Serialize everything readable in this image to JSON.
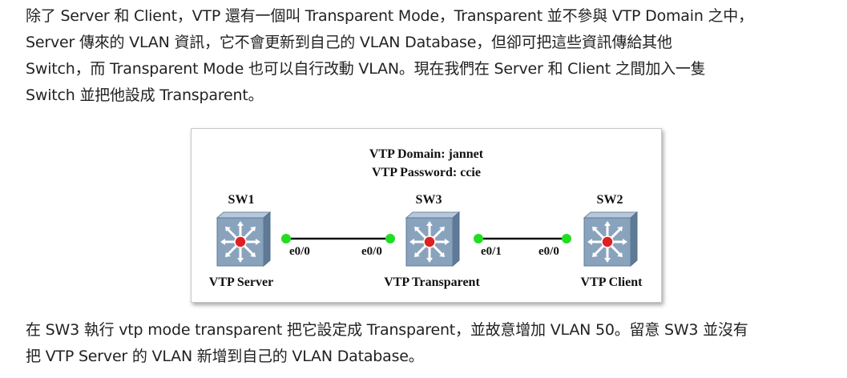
{
  "paragraph_1": {
    "lines": [
      "除了 Server 和 Client，VTP 還有一個叫 Transparent Mode，Transparent 並不參與 VTP Domain 之中，",
      "Server 傳來的 VLAN 資訊，它不會更新到自己的 VLAN Database，但卻可把這些資訊傳給其他",
      "Switch，而 Transparent Mode 也可以自行改動 VLAN。現在我們在 Server 和 Client 之間加入一隻",
      "Switch 並把他設成 Transparent。"
    ]
  },
  "figure": {
    "domain_line": "VTP Domain: jannet",
    "password_line": "VTP Password: ccie",
    "switches": [
      {
        "name": "SW1",
        "role": "VTP Server"
      },
      {
        "name": "SW3",
        "role": "VTP Transparent"
      },
      {
        "name": "SW2",
        "role": "VTP Client"
      }
    ],
    "links": [
      {
        "left_port": "e0/0",
        "right_port": "e0/0"
      },
      {
        "left_port": "e0/1",
        "right_port": "e0/0"
      }
    ],
    "colors": {
      "switch_body": "#8aa3bd",
      "switch_dark": "#5f7a97",
      "switch_light": "#b5c7d9",
      "port_dot": "#22dd22",
      "center_red": "#e02020"
    }
  },
  "paragraph_2": {
    "lines": [
      "在 SW3 執行 vtp mode transparent 把它設定成 Transparent，並故意增加 VLAN 50。留意 SW3 並沒有",
      "把 VTP Server 的 VLAN 新增到自己的 VLAN Database。"
    ]
  }
}
